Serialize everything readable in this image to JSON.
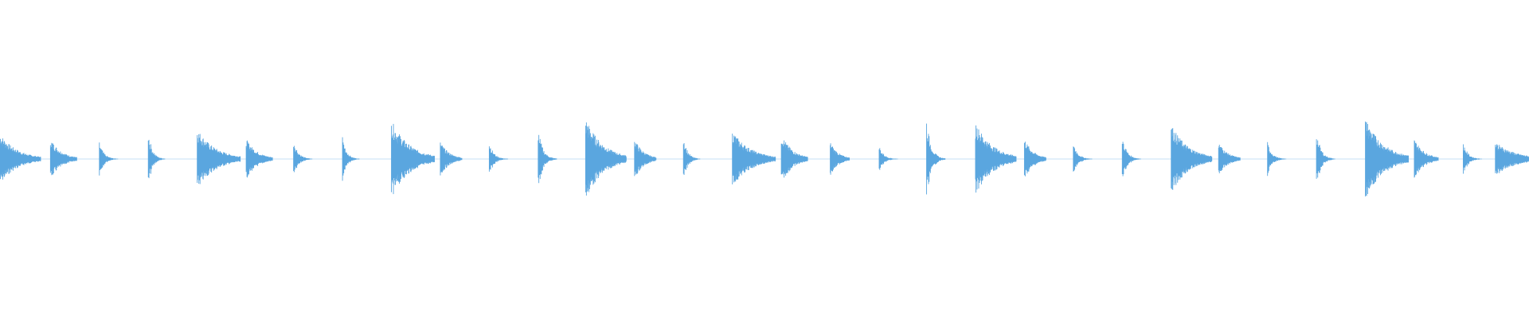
{
  "waveform": {
    "color": "#5aa6df",
    "background": "#ffffff",
    "hits": [
      {
        "time": 0.0,
        "level": 0.62,
        "decay": 0.85,
        "dense": true
      },
      {
        "time": 0.033,
        "level": 0.5,
        "decay": 0.55,
        "dense": true
      },
      {
        "time": 0.065,
        "level": 0.42,
        "decay": 0.4,
        "dense": false
      },
      {
        "time": 0.097,
        "level": 0.69,
        "decay": 0.35,
        "dense": false
      },
      {
        "time": 0.129,
        "level": 0.74,
        "decay": 0.9,
        "dense": true
      },
      {
        "time": 0.161,
        "level": 0.5,
        "decay": 0.55,
        "dense": true
      },
      {
        "time": 0.192,
        "level": 0.5,
        "decay": 0.4,
        "dense": false
      },
      {
        "time": 0.224,
        "level": 0.58,
        "decay": 0.35,
        "dense": false
      },
      {
        "time": 0.256,
        "level": 0.95,
        "decay": 0.9,
        "dense": true
      },
      {
        "time": 0.288,
        "level": 0.42,
        "decay": 0.45,
        "dense": true
      },
      {
        "time": 0.32,
        "level": 0.42,
        "decay": 0.4,
        "dense": false
      },
      {
        "time": 0.352,
        "level": 0.76,
        "decay": 0.4,
        "dense": false
      },
      {
        "time": 0.383,
        "level": 1.0,
        "decay": 0.85,
        "dense": true
      },
      {
        "time": 0.415,
        "level": 0.5,
        "decay": 0.45,
        "dense": true
      },
      {
        "time": 0.447,
        "level": 0.58,
        "decay": 0.35,
        "dense": false
      },
      {
        "time": 0.479,
        "level": 0.69,
        "decay": 0.9,
        "dense": true
      },
      {
        "time": 0.511,
        "level": 0.62,
        "decay": 0.55,
        "dense": true
      },
      {
        "time": 0.543,
        "level": 0.42,
        "decay": 0.4,
        "dense": true
      },
      {
        "time": 0.575,
        "level": 0.34,
        "decay": 0.4,
        "dense": false
      },
      {
        "time": 0.606,
        "level": 0.98,
        "decay": 0.4,
        "dense": false
      },
      {
        "time": 0.638,
        "level": 0.9,
        "decay": 0.85,
        "dense": true
      },
      {
        "time": 0.67,
        "level": 0.5,
        "decay": 0.45,
        "dense": true
      },
      {
        "time": 0.702,
        "level": 0.42,
        "decay": 0.4,
        "dense": false
      },
      {
        "time": 0.734,
        "level": 0.58,
        "decay": 0.4,
        "dense": false
      },
      {
        "time": 0.766,
        "level": 0.85,
        "decay": 0.85,
        "dense": true
      },
      {
        "time": 0.797,
        "level": 0.42,
        "decay": 0.45,
        "dense": true
      },
      {
        "time": 0.829,
        "level": 0.42,
        "decay": 0.4,
        "dense": false
      },
      {
        "time": 0.861,
        "level": 0.69,
        "decay": 0.4,
        "dense": false
      },
      {
        "time": 0.893,
        "level": 1.0,
        "decay": 0.9,
        "dense": true
      },
      {
        "time": 0.925,
        "level": 0.5,
        "decay": 0.5,
        "dense": true
      },
      {
        "time": 0.957,
        "level": 0.42,
        "decay": 0.4,
        "dense": false
      },
      {
        "time": 0.978,
        "level": 0.42,
        "decay": 1.0,
        "dense": true
      }
    ]
  }
}
